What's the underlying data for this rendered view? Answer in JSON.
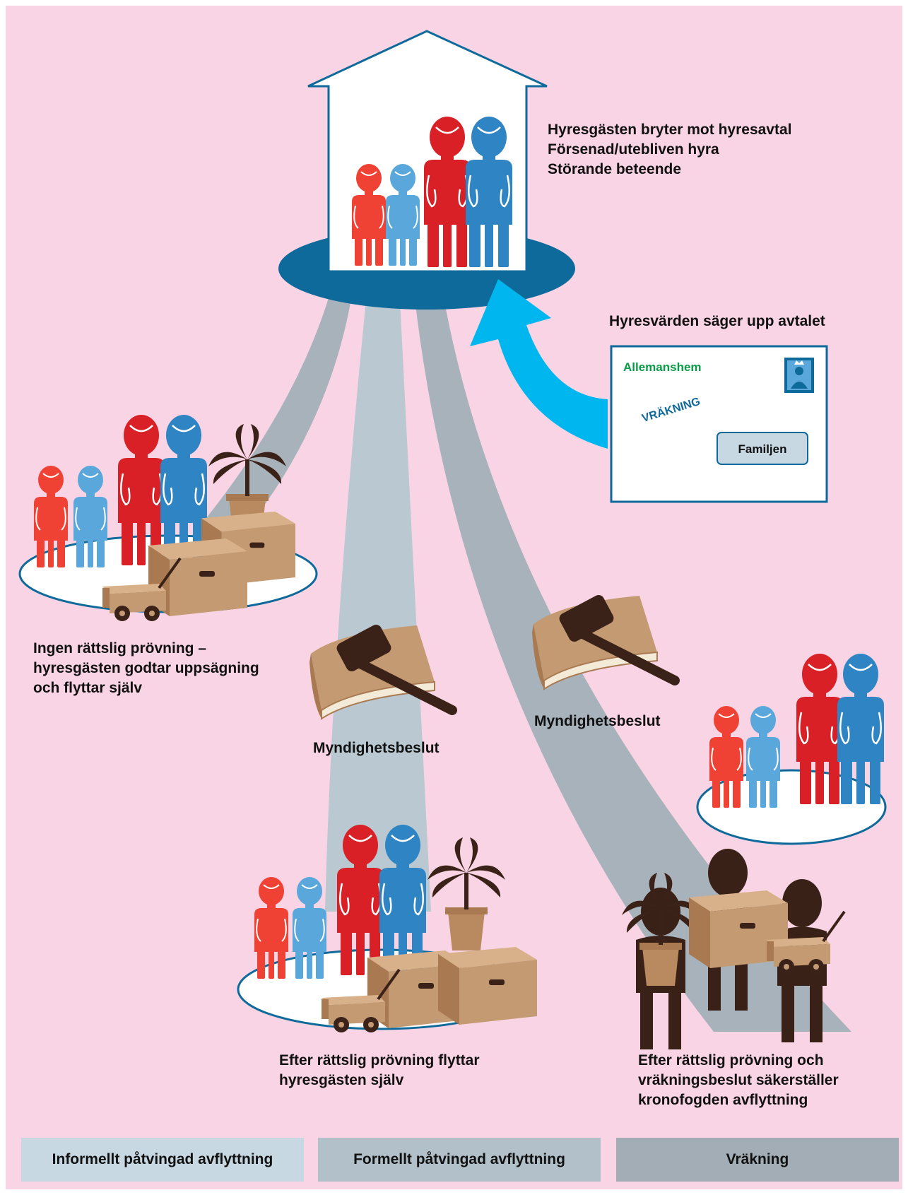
{
  "colors": {
    "background": "#f9d4e4",
    "house_base": "#0e6a9a",
    "arrow": "#00b6ee",
    "path_gray": "#a8b2bb",
    "path_light": "#b9c8d1",
    "red_adult": "#d92027",
    "blue_adult": "#2f84c4",
    "red_child": "#ef4234",
    "blue_child": "#5aa7dc",
    "box": "#c49a72",
    "pot": "#b98a60",
    "dark_brown": "#3b2219",
    "bailiff_body": "#3a2118"
  },
  "reasons": {
    "line1": "Hyresgästen bryter mot hyresavtal",
    "line2": "Försenad/utebliven hyra",
    "line3": "Störande beteende"
  },
  "notice": {
    "heading": "Hyresvärden säger upp avtalet",
    "sender": "Allemanshem",
    "stamp_text": "VRÄKNING",
    "recipient": "Familjen",
    "postage_stamp_icon": "crown-figure-stamp"
  },
  "outcomes": {
    "informal": {
      "line1": "Ingen rättslig prövning –",
      "line2": "hyresgästen godtar uppsägning",
      "line3": "och flyttar själv"
    },
    "formal": {
      "line1": "Efter rättslig prövning flyttar",
      "line2": "hyresgästen själv"
    },
    "eviction": {
      "line1": "Efter rättslig prövning och",
      "line2": "vräkningsbeslut säkerställer",
      "line3": "kronofogden avflyttning"
    }
  },
  "decisions": {
    "left": "Myndighetsbeslut",
    "right": "Myndighetsbeslut",
    "icon": "gavel-on-book-icon"
  },
  "categories": {
    "informal": "Informellt påtvingad avflyttning",
    "formal": "Formellt påtvingad avflyttning",
    "eviction": "Vräkning"
  },
  "category_colors": {
    "informal": "#c7d8e2",
    "formal": "#b2c0c9",
    "eviction": "#a2adb6"
  }
}
